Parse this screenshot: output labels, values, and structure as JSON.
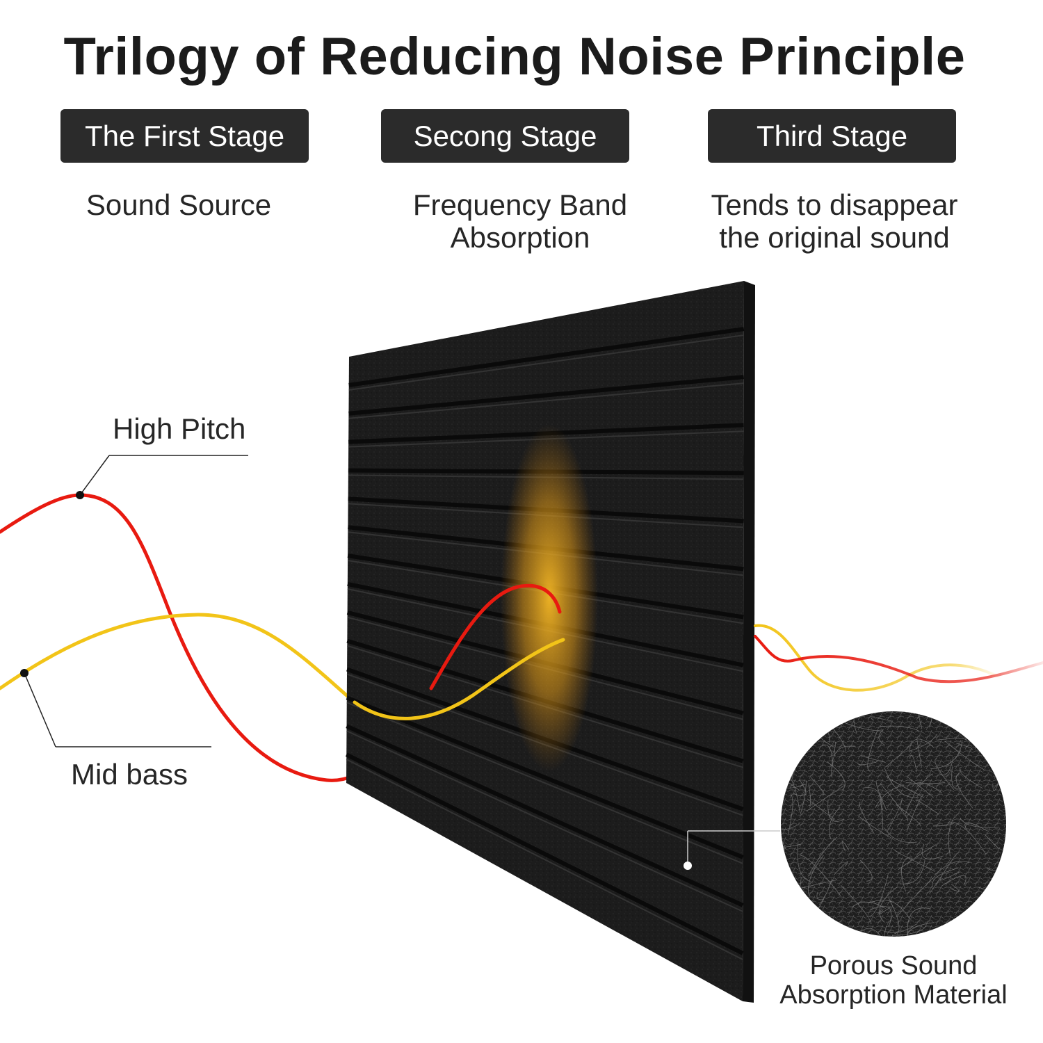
{
  "title": "Trilogy of Reducing Noise Principle",
  "stages": [
    {
      "label": "The First Stage",
      "description": [
        "Sound Source"
      ]
    },
    {
      "label": "Secong Stage",
      "description": [
        "Frequency Band",
        "Absorption"
      ]
    },
    {
      "label": "Third Stage",
      "description": [
        "Tends to disappear",
        "the original sound"
      ]
    }
  ],
  "callouts": {
    "high_pitch": "High Pitch",
    "mid_bass": "Mid bass",
    "material": [
      "Porous Sound",
      "Absorption Material"
    ]
  },
  "colors": {
    "high_pitch_wave": "#e81a10",
    "mid_bass_wave": "#f2c418",
    "panel": "#1c1c1c",
    "glow": "#f0b020",
    "badge": "#2b2b2b"
  }
}
